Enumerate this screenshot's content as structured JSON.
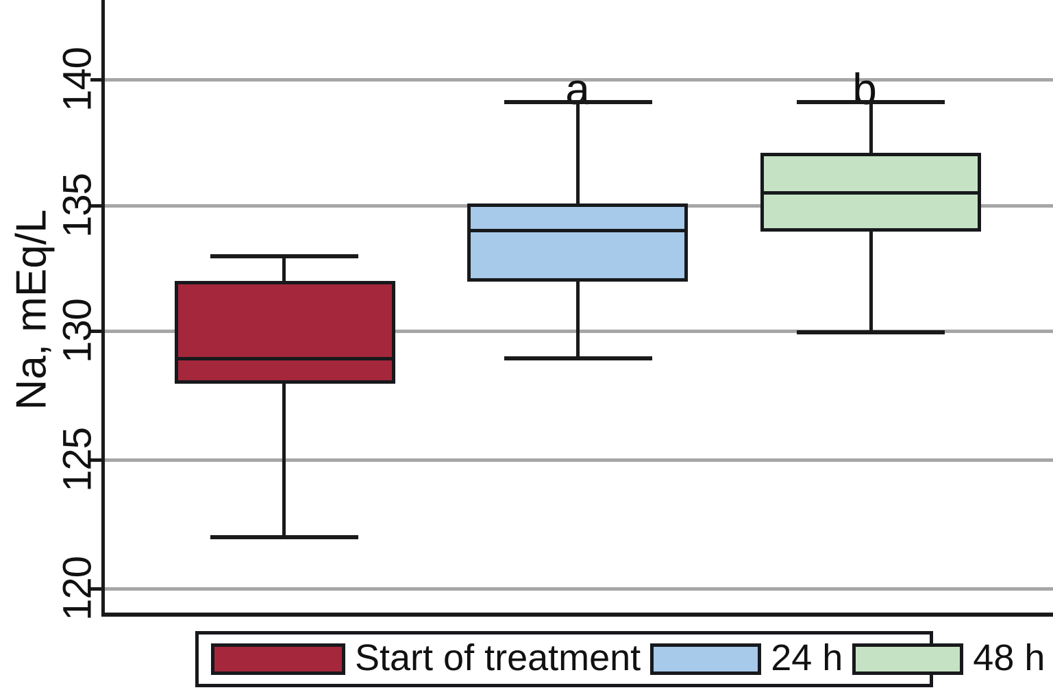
{
  "chart_data": {
    "type": "box",
    "title": "",
    "xlabel": "",
    "ylabel": "Na, mEq/L",
    "ylim": [
      118.5,
      142
    ],
    "yticks": [
      120,
      125,
      130,
      135,
      140
    ],
    "ytick_labels": [
      "120",
      "125",
      "130",
      "135",
      "140"
    ],
    "grid": true,
    "grid_axis": "y",
    "legend_position": "bottom",
    "categories": [
      "Start of treatment",
      "24 h",
      "48 h"
    ],
    "series": [
      {
        "name": "Start of treatment",
        "color": "#A4273C",
        "whisker_low": 122,
        "q1": 128,
        "median": 129,
        "q3": 132,
        "whisker_high": 133,
        "annotation": ""
      },
      {
        "name": "24 h",
        "color": "#A7C9EA",
        "whisker_low": 129,
        "q1": 132,
        "median": 134,
        "q3": 135,
        "whisker_high": 139,
        "annotation": "a"
      },
      {
        "name": "48 h",
        "color": "#C6E2C4",
        "whisker_low": 130,
        "q1": 134,
        "median": 135.5,
        "q3": 137,
        "whisker_high": 139,
        "annotation": "b"
      }
    ]
  },
  "axis": {
    "y_title": "Na, mEq/L",
    "ticks": [
      {
        "label": "140"
      },
      {
        "label": "135"
      },
      {
        "label": "130"
      },
      {
        "label": "125"
      },
      {
        "label": "120"
      }
    ]
  },
  "annotations": {
    "box2": "a",
    "box3": "b"
  },
  "legend": {
    "items": [
      {
        "label": "Start of treatment",
        "color": "#A4273C"
      },
      {
        "label": "24 h",
        "color": "#A7C9EA"
      },
      {
        "label": "48 h",
        "color": "#C6E2C4"
      }
    ]
  },
  "colors": {
    "start_of_treatment": "#A4273C",
    "h24": "#A7C9EA",
    "h48": "#C6E2C4",
    "outline": "#17191C",
    "gridline": "#A6A6A6",
    "axis": "#1A1A1A",
    "background": "#FFFFFF"
  }
}
